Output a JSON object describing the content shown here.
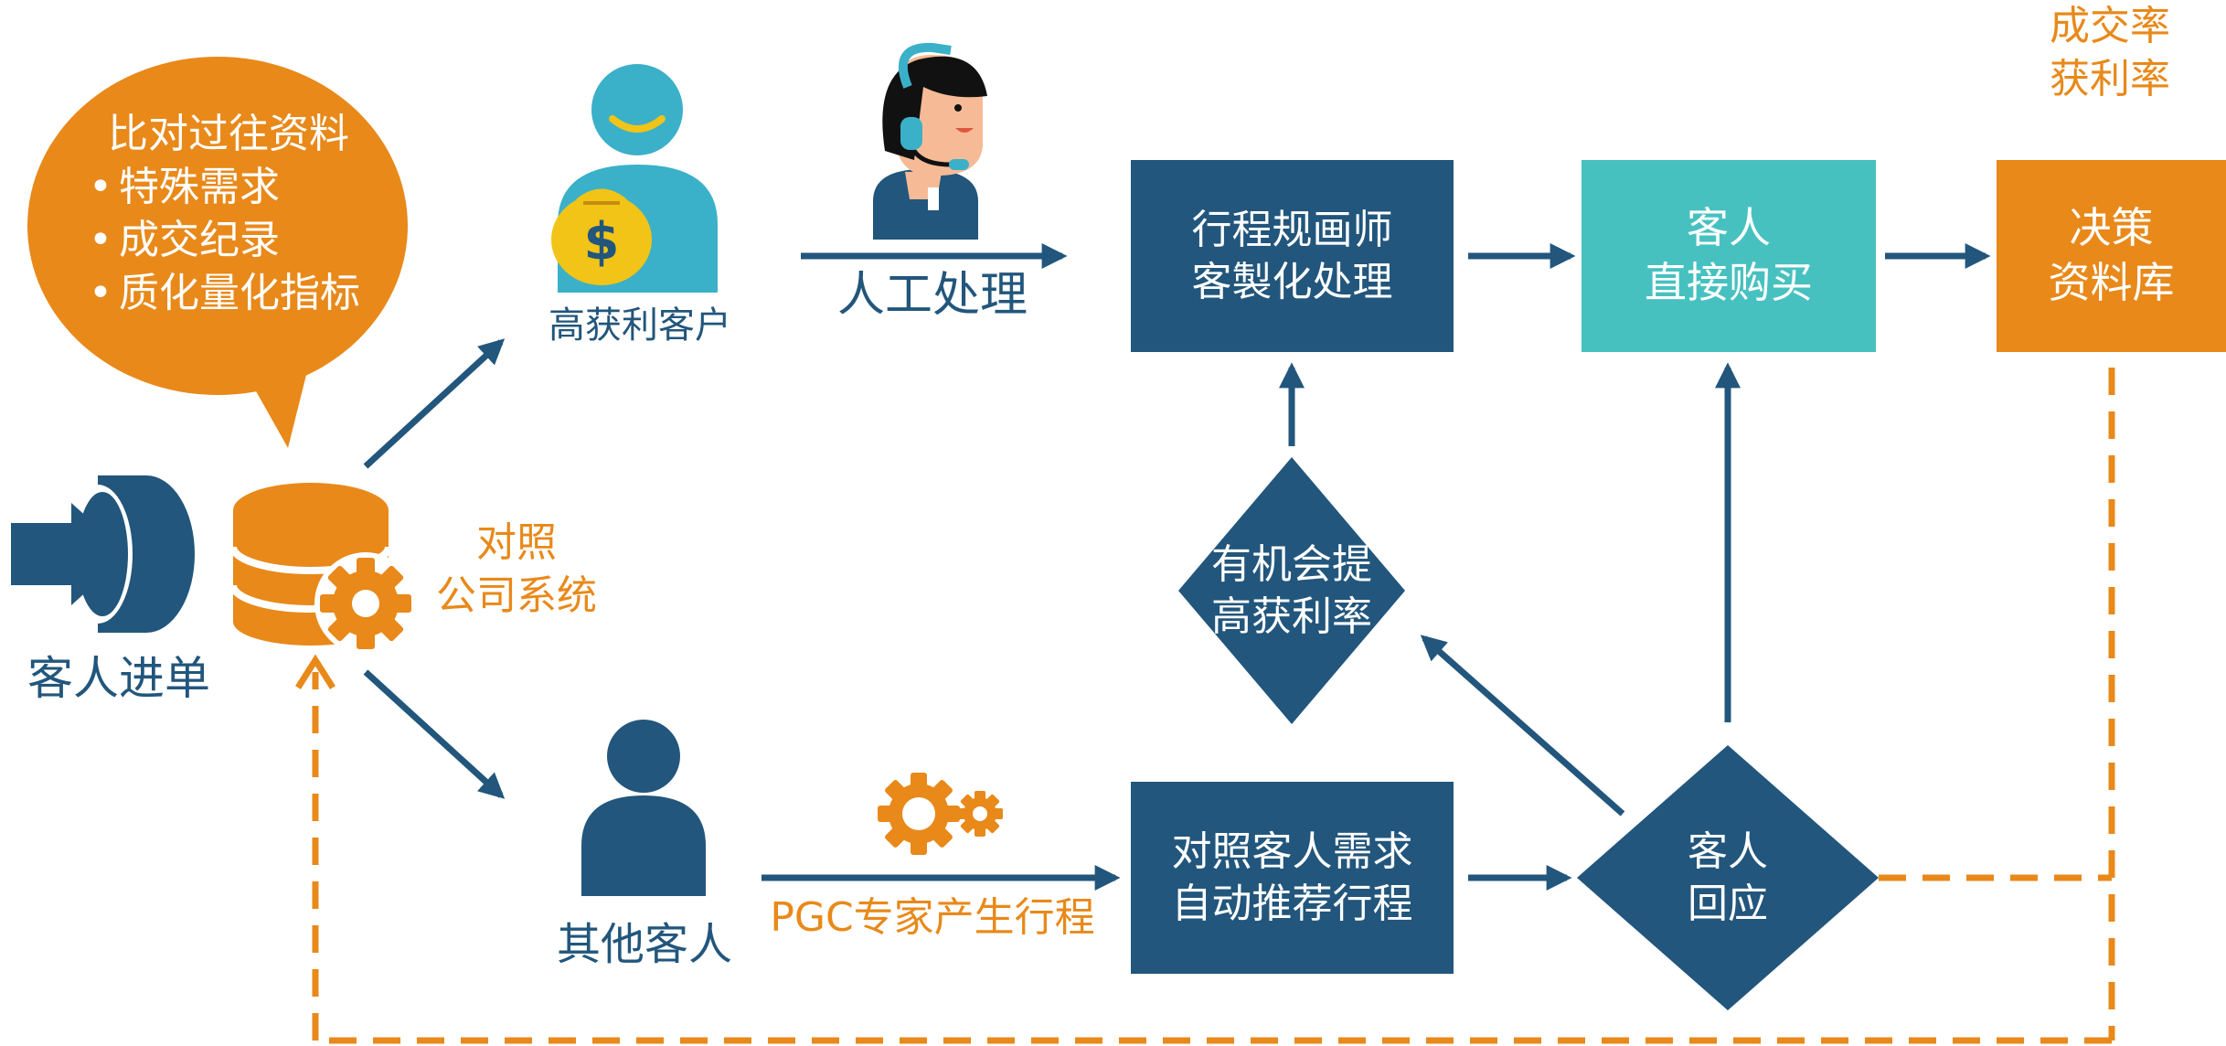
{
  "colors": {
    "navy": "#22567c",
    "orange": "#e8891a",
    "teal": "#47c1c0",
    "sky": "#3bb0c9",
    "gold": "#f2c417"
  },
  "bubble": {
    "title": "比对过往资料",
    "items": [
      "特殊需求",
      "成交纪录",
      "质化量化指标"
    ]
  },
  "entry": {
    "label": "客人进单"
  },
  "db": {
    "label_line1": "对照",
    "label_line2": "公司系统"
  },
  "high_customer": {
    "label": "高获利客户"
  },
  "other_customer": {
    "label": "其他客人"
  },
  "manual": {
    "label": "人工处理"
  },
  "pgc": {
    "label": "PGC专家产生行程"
  },
  "planner": {
    "line1": "行程规画师",
    "line2": "客製化处理"
  },
  "auto": {
    "line1": "对照客人需求",
    "line2": "自动推荐行程"
  },
  "direct_buy": {
    "line1": "客人",
    "line2": "直接购买"
  },
  "decision_db": {
    "line1": "决策",
    "line2": "资料库"
  },
  "opportunity": {
    "line1": "有机会提",
    "line2": "高获利率"
  },
  "response": {
    "line1": "客人",
    "line2": "回应"
  },
  "metrics": {
    "line1": "成交率",
    "line2": "获利率"
  }
}
